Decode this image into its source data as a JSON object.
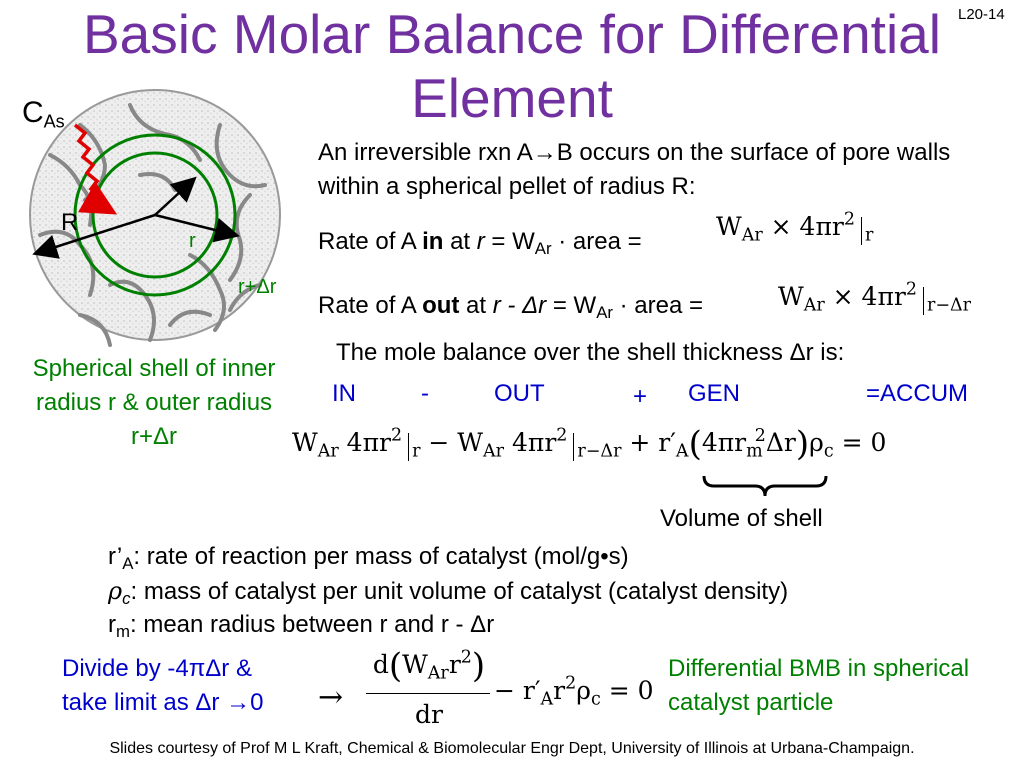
{
  "slide": {
    "title": "Basic Molar Balance for Differential Element",
    "slide_number": "L20-14"
  },
  "diagram": {
    "label_cas": "C",
    "label_cas_sub": "As",
    "label_R": "R",
    "label_r": "r",
    "label_rdr": "r+Δr",
    "caption": "Spherical shell of inner radius r & outer radius r+Δr"
  },
  "intro": "An irreversible rxn A→B occurs on the surface of pore walls within a spherical pellet of radius R:",
  "rate_in": {
    "prefix": "Rate of A ",
    "bold": "in",
    "middle": " at ",
    "var": "r",
    "eq": " = W",
    "sub": "Ar",
    "suffix": " · area = ",
    "expr": "W",
    "expr_sub": "Ar",
    "expr_rest": " × 4πr",
    "expr_sup": "2",
    "eval_sub": "r"
  },
  "rate_out": {
    "prefix": "Rate of A ",
    "bold": "out",
    "middle": " at ",
    "var": "r - Δr",
    "eq": " = W",
    "sub": "Ar",
    "suffix": " · area = ",
    "expr": "W",
    "expr_sub": "Ar",
    "expr_rest": " × 4πr",
    "expr_sup": "2",
    "eval_sub": "r−Δr"
  },
  "balance_intro": "The mole balance over the shell thickness Δr is:",
  "balance_terms": [
    "IN",
    "-",
    "OUT",
    "+",
    "GEN",
    "=ACCUM"
  ],
  "equation": {
    "t1": "W",
    "t1_sub": "Ar",
    "t1_rest": " 4πr",
    "t1_sup": "2",
    "t1_eval": "r",
    "t2_op": " − W",
    "t2_sub": "Ar",
    "t2_rest": " 4πr",
    "t2_sup": "2",
    "t2_eval": "r−Δr",
    "t3_op": " + r′",
    "t3_sub": "A",
    "t3_paren": "4πr",
    "t3_sub2": "m",
    "t3_sup": "2",
    "t3_rest": "Δr",
    "t3_rho": "ρ",
    "t3_rho_sub": "c",
    "rhs": " = 0"
  },
  "brace_label": "Volume of shell",
  "definitions": [
    {
      "sym": "r’",
      "sub": "A",
      "text": ": rate of reaction per mass of catalyst (mol/g•s)"
    },
    {
      "sym": "ρ",
      "sub": "c",
      "text": ": mass of catalyst per unit volume of catalyst (catalyst density)"
    },
    {
      "sym": "r",
      "sub": "m",
      "text": ": mean radius between r and r - Δr"
    }
  ],
  "divide_note": "Divide by -4πΔr & take limit as Δr →0",
  "final_eq": {
    "arrow": "→",
    "num": "d",
    "num_w": "W",
    "num_sub": "Ar",
    "num_r": "r",
    "num_sup": "2",
    "den": "dr",
    "rest": "− r′",
    "rest_sub": "A",
    "rest_r": "r",
    "rest_sup": "2",
    "rest_rho": "ρ",
    "rest_rho_sub": "c",
    "rhs": " = 0"
  },
  "bmb_note": "Differential BMB in spherical catalyst particle",
  "footer": "Slides courtesy of Prof M L Kraft, Chemical & Biomolecular Engr Dept, University of Illinois at Urbana-Champaign.",
  "colors": {
    "title": "#7030a0",
    "green": "#008000",
    "blue": "#0000cc",
    "arrow": "#e00000"
  }
}
